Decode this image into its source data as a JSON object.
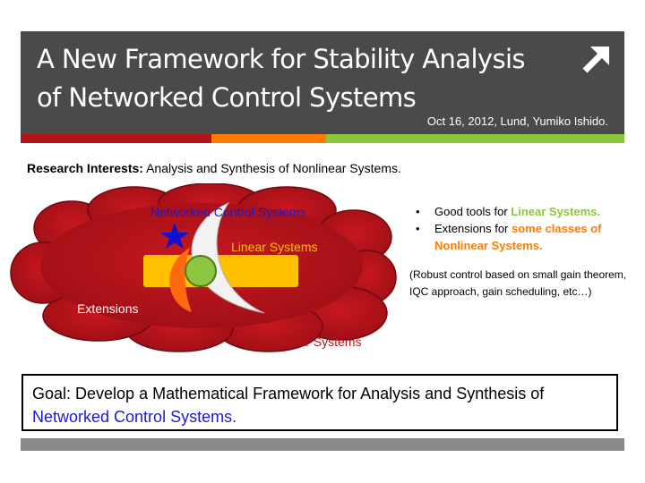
{
  "slide": {
    "title_line1": "A New Framework for Stability Analysis",
    "title_line2": "of Networked Control Systems",
    "subtitle": "Oct 16, 2012, Lund, Yumiko Ishido.",
    "stripe_colors": [
      "#b31217",
      "#ff7a00",
      "#8cc63f"
    ]
  },
  "research": {
    "label": "Research Interests:",
    "text": " Analysis and Synthesis of Nonlinear Systems."
  },
  "diagram": {
    "networked_label": "Networked Control Systems",
    "linear_label": "Linear Systems",
    "extensions_label": "Extensions",
    "nonlinear_label": "Nonlinear Systems",
    "colors": {
      "cloud": "#b5121b",
      "cloud_edge": "#6e0a0f",
      "bar": "#ffc000",
      "moon": "#ff6a10",
      "circle": "#8dc63f",
      "crescent": "#f2f2f2",
      "star": "#1010d0"
    }
  },
  "bullets": {
    "b1_prefix": "Good tools for ",
    "b1_highlight": "Linear Systems.",
    "b2_prefix": "Extensions for ",
    "b2_highlight": "some classes of",
    "b2_line2": "Nonlinear Systems.",
    "bullet_char": "•"
  },
  "note": "(Robust control based on small gain theorem, IQC approach, gain scheduling, etc…)",
  "goal": {
    "prefix": "Goal: Develop a Mathematical Framework for Analysis and Synthesis of ",
    "highlight": "Networked Control Systems."
  }
}
